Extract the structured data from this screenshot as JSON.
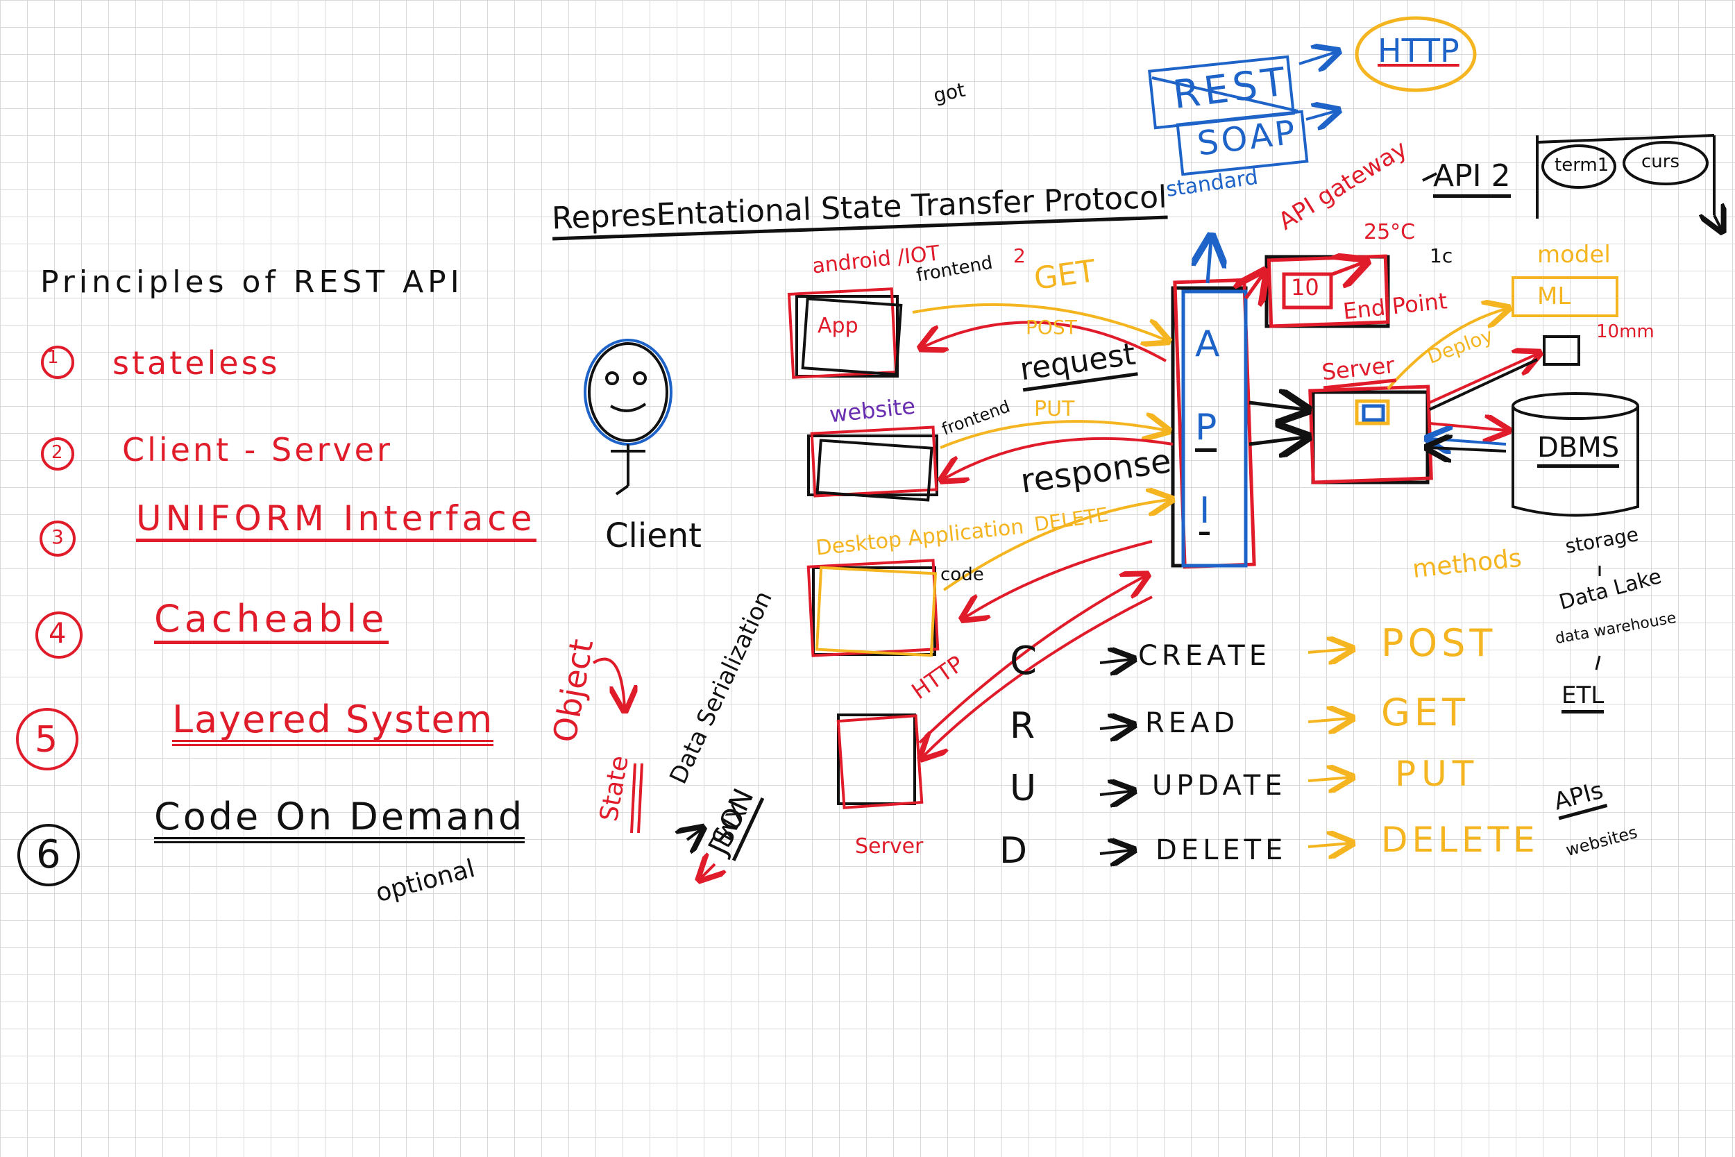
{
  "colors": {
    "black": "#111111",
    "red": "#e01b2a",
    "yellow": "#f5b521",
    "blue": "#1e63c8",
    "purple": "#6a2fb0"
  },
  "principles": {
    "heading": "Principles of REST API",
    "items": [
      {
        "num": "1",
        "label": "stateless"
      },
      {
        "num": "2",
        "label": "Client - Server"
      },
      {
        "num": "3",
        "label": "UNIFORM Interface"
      },
      {
        "num": "4",
        "label": "Cacheable"
      },
      {
        "num": "5",
        "label": "Layered System"
      },
      {
        "num": "6",
        "label": "Code On Demand"
      }
    ],
    "optional_note": "optional"
  },
  "header": {
    "got_note": "got",
    "rest_full": "RepresEntational State Transfer Protocol",
    "standard": "standard",
    "rest": "REST",
    "soap": "SOAP",
    "http": "HTTP",
    "api_gateway": "API gateway",
    "api_2": "API 2",
    "term1": "term1",
    "term2": "curs"
  },
  "client": {
    "label": "Client"
  },
  "clients": {
    "android": "android /IOT",
    "app": "App",
    "website": "website",
    "desktop": "Desktop Application",
    "server_box": "Server"
  },
  "labels": {
    "frontend": "frontend",
    "frontend_num": "2",
    "frontend2": "frontend",
    "code": "code",
    "get": "GET",
    "post": "POST",
    "put": "PUT",
    "delete": "DELETE",
    "request": "request",
    "response": "response",
    "http_small": "HTTP",
    "api_col": [
      "A",
      "P",
      "I"
    ],
    "temp": "25°C",
    "box10": "10",
    "one_c": "1c",
    "endpoint": "End Point",
    "server": "Server",
    "deploy": "Deploy",
    "model": "model",
    "ml": "ML",
    "ten_mm": "10mm",
    "dbms": "DBMS",
    "methods": "methods",
    "storage": "storage",
    "data_lake": "Data Lake",
    "data_warehouse": "data warehouse",
    "etl": "ETL",
    "apis": "APIs",
    "websites": "websites",
    "object": "Object",
    "state": "State",
    "data_serialization": "Data Serialization",
    "json": "JSON",
    "xml": "XML"
  },
  "crud": {
    "rows": [
      {
        "letter": "C",
        "op": "CREATE",
        "method": "POST"
      },
      {
        "letter": "R",
        "op": "READ",
        "method": "GET"
      },
      {
        "letter": "U",
        "op": "UPDATE",
        "method": "PUT"
      },
      {
        "letter": "D",
        "op": "DELETE",
        "method": "DELETE"
      }
    ]
  }
}
